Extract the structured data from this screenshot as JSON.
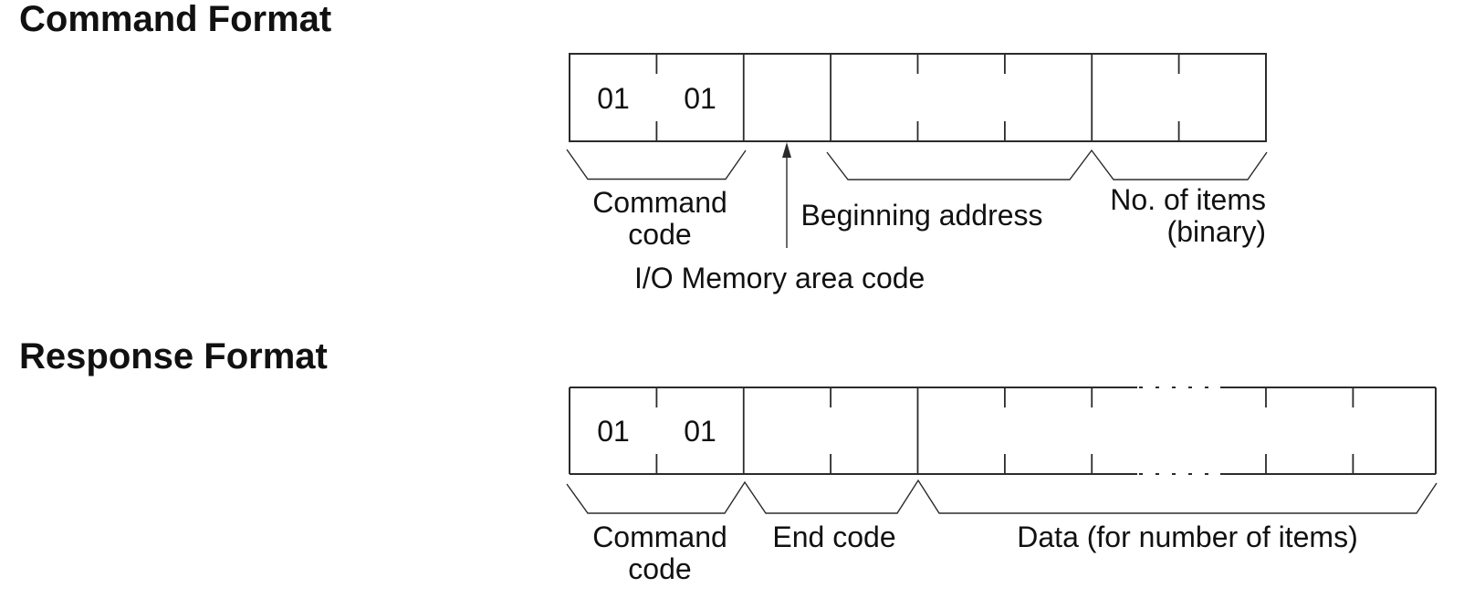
{
  "command": {
    "heading": "Command Format",
    "bytes": [
      "01",
      "01"
    ],
    "labels": {
      "command_code": [
        "Command",
        "code"
      ],
      "io_memory": "I/O Memory area code",
      "beginning_address": "Beginning address",
      "no_of_items": [
        "No. of items",
        "(binary)"
      ]
    }
  },
  "response": {
    "heading": "Response Format",
    "bytes": [
      "01",
      "01"
    ],
    "labels": {
      "command_code": [
        "Command",
        "code"
      ],
      "end_code": "End code",
      "data": "Data (for number of items)"
    }
  },
  "colors": {
    "ink": "#111111",
    "line": "#2b2b2b",
    "background": "#ffffff"
  }
}
